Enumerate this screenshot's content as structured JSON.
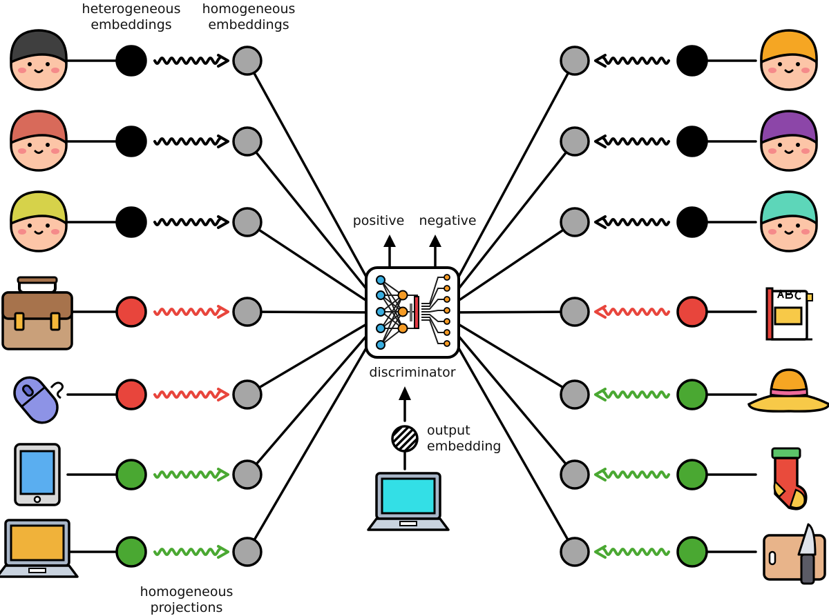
{
  "labels": {
    "heterogeneous_embeddings": [
      "heterogeneous",
      "embeddings"
    ],
    "homogeneous_embeddings": [
      "homogeneous",
      "embeddings"
    ],
    "homogeneous_projections": [
      "homogeneous",
      "projections"
    ],
    "positive": "positive",
    "negative": "negative",
    "discriminator": "discriminator",
    "output_embedding": [
      "output",
      "embedding"
    ]
  },
  "colors": {
    "user": "#000000",
    "item_red": "#e8453c",
    "item_green": "#4aa832",
    "homogeneous": "#a6a6a6",
    "neural_blue": "#3aaee0",
    "neural_orange": "#f59b25",
    "neural_red": "#e23a44"
  },
  "left_nodes": [
    {
      "entity": "user-face-dark-hair",
      "kind": "user"
    },
    {
      "entity": "user-face-red-hair",
      "kind": "user"
    },
    {
      "entity": "user-face-yellow-hair",
      "kind": "user"
    },
    {
      "entity": "briefcase",
      "kind": "red"
    },
    {
      "entity": "computer-mouse",
      "kind": "red"
    },
    {
      "entity": "tablet",
      "kind": "green"
    },
    {
      "entity": "laptop-orange",
      "kind": "green"
    }
  ],
  "right_nodes": [
    {
      "entity": "user-face-orange-hair",
      "kind": "user"
    },
    {
      "entity": "user-face-purple-hair",
      "kind": "user"
    },
    {
      "entity": "user-face-teal-hair",
      "kind": "user"
    },
    {
      "entity": "abc-book",
      "kind": "red"
    },
    {
      "entity": "sun-hat",
      "kind": "green"
    },
    {
      "entity": "christmas-stocking",
      "kind": "green"
    },
    {
      "entity": "cutting-board-knife",
      "kind": "green"
    }
  ],
  "center_entity": "laptop-cyan"
}
